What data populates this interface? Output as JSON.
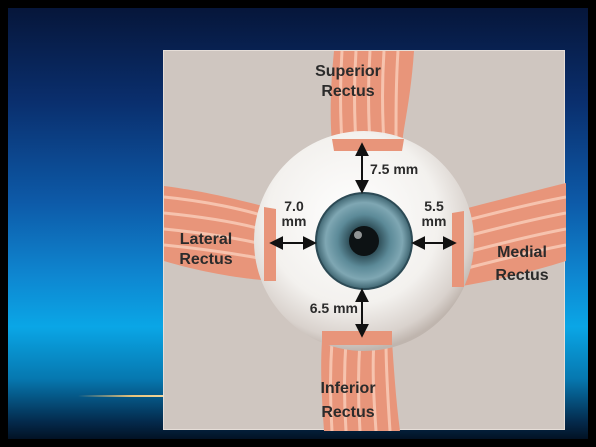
{
  "muscles": {
    "superior": [
      "Superior",
      "Rectus"
    ],
    "lateral": [
      "Lateral",
      "Rectus"
    ],
    "medial": [
      "Medial",
      "Rectus"
    ],
    "inferior": [
      "Inferior",
      "Rectus"
    ]
  },
  "distances": {
    "superior": "7.5 mm",
    "lateral": [
      "7.0",
      "mm"
    ],
    "medial": [
      "5.5",
      "mm"
    ],
    "inferior": "6.5 mm"
  },
  "colors": {
    "muscle": "#e8957a",
    "muscle_stripe": "#f6c3ae",
    "iris": "#4f7f8e",
    "sclera": "#f7f5f2",
    "panel": "#cfc6c0"
  }
}
